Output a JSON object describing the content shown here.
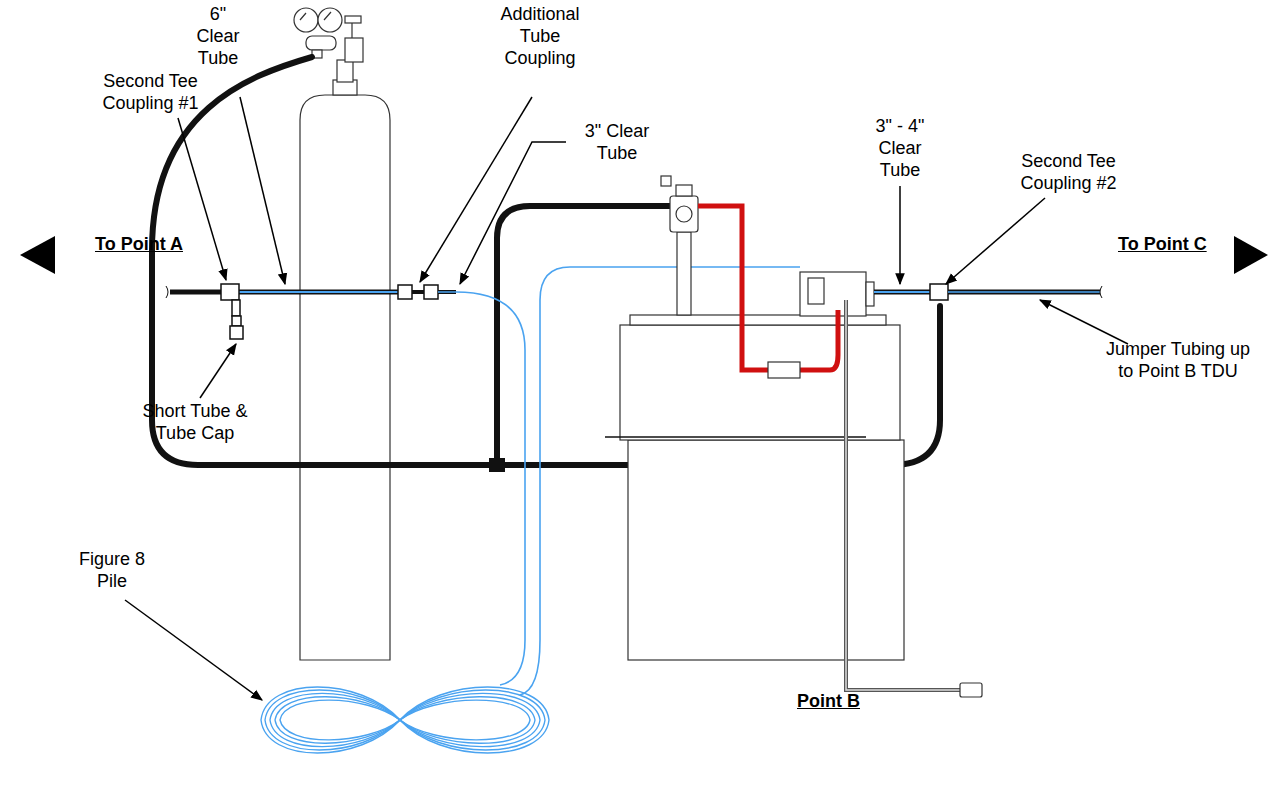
{
  "diagram": {
    "labels": [
      "To Point A",
      "Second Tee Coupling #1",
      "6\" Clear Tube",
      "Additional Tube Coupling",
      "3\" Clear Tube",
      "3\" - 4\" Clear Tube",
      "Second Tee Coupling #2",
      "To Point C",
      "Jumper Tubing up to Point B TDU",
      "Short Tube & Tube Cap",
      "Figure 8 Pile",
      "Point B"
    ]
  }
}
